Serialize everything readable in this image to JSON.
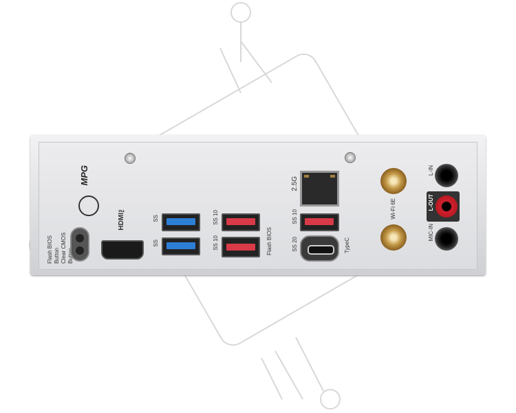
{
  "panel": {
    "brand_logo": "MPG",
    "labels": {
      "flash_bios_button": "Flash BIOS Button",
      "clear_cmos_button": "Clear CMOS Button",
      "hdmi": "HDMI™",
      "usb_ss": "SS",
      "usb_ss_10": "SS 10",
      "usb_ss_20": "SS 20",
      "flash_bios": "Flash BIOS",
      "lan": "2.5G",
      "typec": "TypeC",
      "wifi": "Wi-Fi 6E",
      "line_in": "L-IN",
      "line_out": "L-OUT",
      "mic_in": "MIC-IN"
    }
  },
  "colors": {
    "usb_blue": "#2d7fd6",
    "usb_red": "#d83a48",
    "audio_red": "#d0202c",
    "antenna_gold": "#c49a48"
  }
}
